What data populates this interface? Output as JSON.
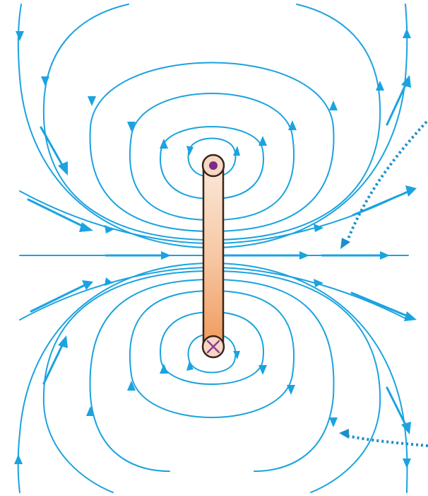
{
  "colors": {
    "field_line": "#1aa3e0",
    "field_vector": "#1aa3e0",
    "pointer": "#1a8fd0",
    "wire_outline": "#3a2418",
    "wire_fill_light": "#fbe3d2",
    "wire_fill_dark": "#f0a870",
    "end_cap_fill": "#f6d7c4",
    "current_out_dot": "#7b2a86",
    "current_in_cross": "#8e3c94",
    "background": "#ffffff"
  },
  "elements": {
    "conductor": "current-loop-cross-section",
    "top_end": "current-out-of-page-icon",
    "bottom_end": "current-into-page-icon",
    "field_lines": "magnetic-field-lines",
    "vectors": "field-vector-arrows",
    "pointers": "dotted-pointer-arrows"
  }
}
